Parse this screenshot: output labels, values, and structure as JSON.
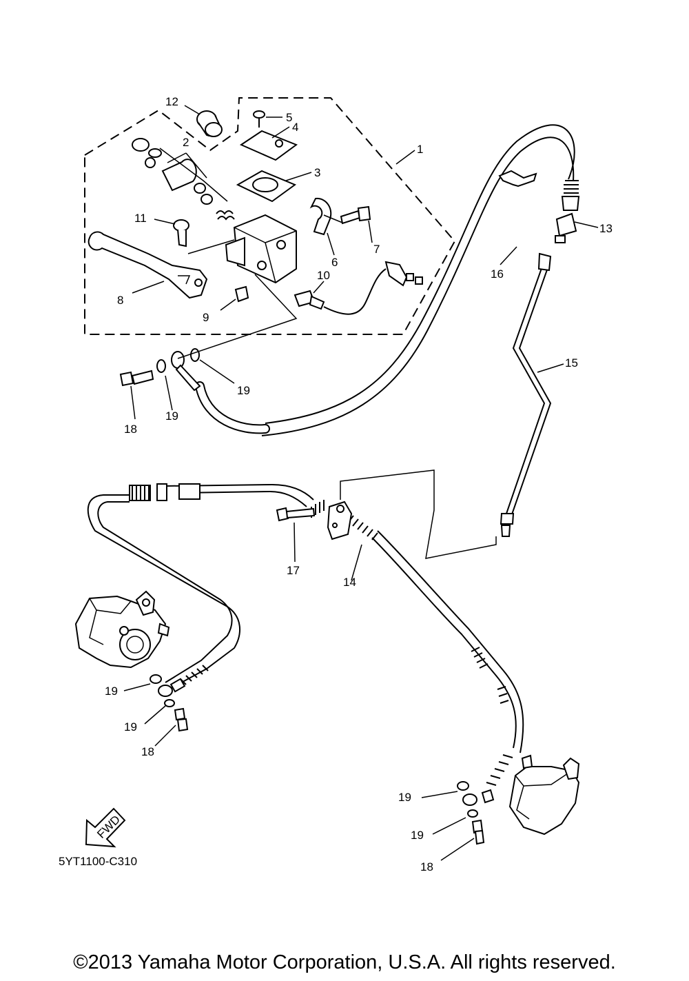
{
  "callouts": [
    "1",
    "2",
    "3",
    "4",
    "5",
    "6",
    "7",
    "8",
    "9",
    "10",
    "11",
    "12",
    "13",
    "14",
    "15",
    "16",
    "17",
    "18",
    "18",
    "18",
    "19",
    "19",
    "19",
    "19",
    "19",
    "19"
  ],
  "fwd_label": "FWD",
  "diagram_code": "5YT1100-C310",
  "copyright": "©2013 Yamaha Motor Corporation, U.S.A. All rights reserved."
}
